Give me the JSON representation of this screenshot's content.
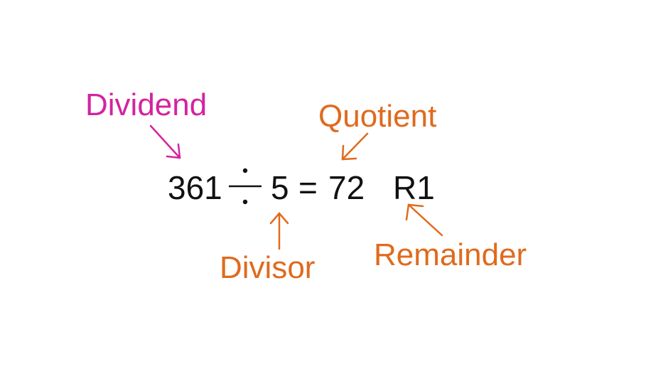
{
  "equation": {
    "dividend": "361",
    "divisor": "5",
    "equals": "=",
    "quotient": "72",
    "remainder": "R1"
  },
  "labels": {
    "dividend": "Dividend",
    "quotient": "Quotient",
    "divisor": "Divisor",
    "remainder": "Remainder"
  },
  "colors": {
    "dividend_label": "#d4239f",
    "other_labels": "#e06a1d",
    "equation_text": "#111111"
  }
}
